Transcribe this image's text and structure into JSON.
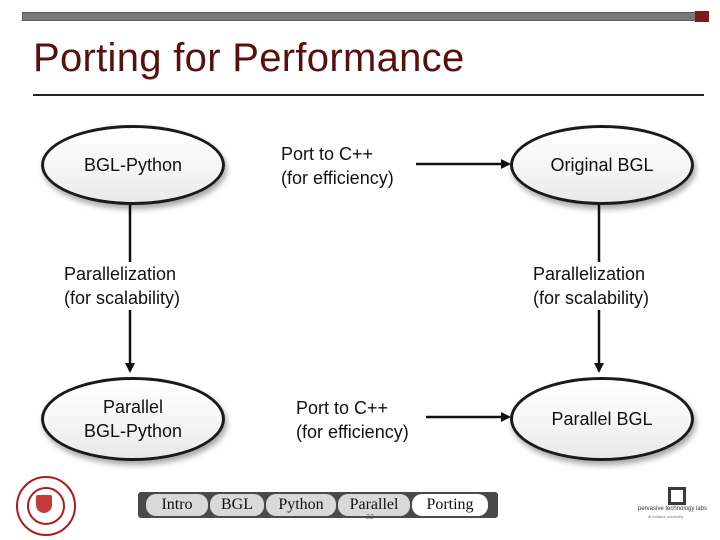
{
  "slide": {
    "title": "Porting for Performance",
    "page_number": "22"
  },
  "diagram": {
    "nodes": {
      "bgl_python": "BGL-Python",
      "original_bgl": "Original BGL",
      "parallel_bgl_python": [
        "Parallel",
        "BGL-Python"
      ],
      "parallel_bgl": "Parallel BGL"
    },
    "edges": {
      "port_top": [
        "Port to C++",
        "(for efficiency)"
      ],
      "port_bottom": [
        "Port to C++",
        "(for efficiency)"
      ],
      "parallel_left": [
        "Parallelization",
        "(for scalability)"
      ],
      "parallel_right": [
        "Parallelization",
        "(for scalability)"
      ]
    }
  },
  "footer": {
    "nav_tabs": [
      "Intro",
      "BGL",
      "Python",
      "Parallel",
      "Porting"
    ],
    "active_tab": "Porting",
    "right_logo_text": "pervasive technology labs",
    "right_logo_subtext": "at indiana university"
  },
  "colors": {
    "title": "#5a0f0f",
    "accent": "#7a1c1c",
    "left_logo": "#b01a1a"
  }
}
